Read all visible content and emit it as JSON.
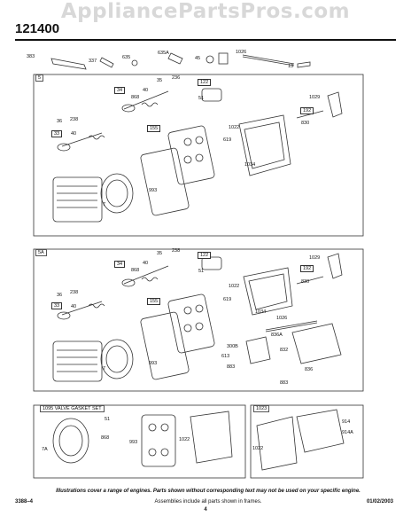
{
  "header": {
    "watermark": "AppliancePartsPros.com",
    "model": "121400"
  },
  "top_parts": [
    "383",
    "337",
    "635",
    "635A",
    "45",
    "1026",
    "13"
  ],
  "section_a": {
    "label": "5",
    "parts": [
      "35",
      "236",
      "122",
      "34",
      "868",
      "40",
      "51",
      "1029",
      "36",
      "238",
      "33",
      "40",
      "155",
      "1022",
      "192",
      "830",
      "619",
      "1034",
      "993",
      "7"
    ]
  },
  "section_b": {
    "label": "5A",
    "parts": [
      "35",
      "238",
      "122",
      "1029",
      "34",
      "868",
      "40",
      "51",
      "192",
      "1022",
      "830",
      "36",
      "238",
      "33",
      "40",
      "155",
      "619",
      "1034",
      "1026",
      "836A",
      "993",
      "300B",
      "613",
      "883",
      "832",
      "836",
      "883",
      "7"
    ]
  },
  "section_c": {
    "frame_title": "1095 VALVE GASKET SET",
    "parts": [
      "51",
      "868",
      "993",
      "1022",
      "7A"
    ]
  },
  "section_d": {
    "frame_title": "1023",
    "parts": [
      "914",
      "914A",
      "1022"
    ]
  },
  "footer": {
    "note": "Illustrations cover a range of engines. Parts shown without corresponding text may not be used on your specific engine.",
    "code": "3388–4",
    "assemblies": "Assemblies include all parts shown in frames.",
    "date": "01/02/2003",
    "page": "4"
  }
}
